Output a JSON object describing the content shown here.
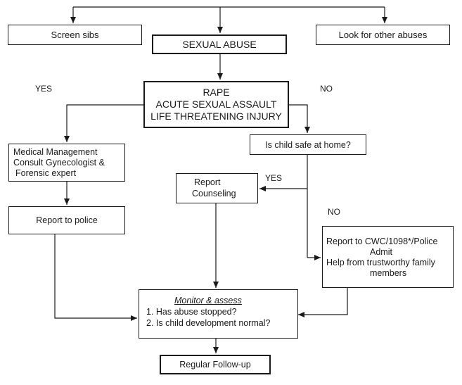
{
  "nodes": {
    "screen_sibs": "Screen sibs",
    "sexual_abuse": "SEXUAL ABUSE",
    "look_other": "Look for other abuses",
    "rape_lines": [
      "RAPE",
      "ACUTE SEXUAL ASSAULT",
      "LIFE THREATENING INJURY"
    ],
    "medical_lines": [
      "Medical Management",
      "Consult Gynecologist &",
      "Forensic expert"
    ],
    "safe_home": "Is child safe at home?",
    "report_counseling_lines": [
      "Report",
      "Counseling"
    ],
    "report_police": "Report to police",
    "cwc_lines": [
      "Report to  CWC/1098*/Police",
      "Admit",
      "Help from trustworthy family",
      "members"
    ],
    "monitor_title": "Monitor & assess",
    "monitor_items": [
      "1. Has abuse stopped?",
      "2. Is child development normal?"
    ],
    "followup": "Regular Follow-up"
  },
  "labels": {
    "yes_left": "YES",
    "no_right": "NO",
    "yes_mid": "YES",
    "no_mid": "NO"
  },
  "colors": {
    "line": "#1a1a1a",
    "background": "#ffffff"
  }
}
